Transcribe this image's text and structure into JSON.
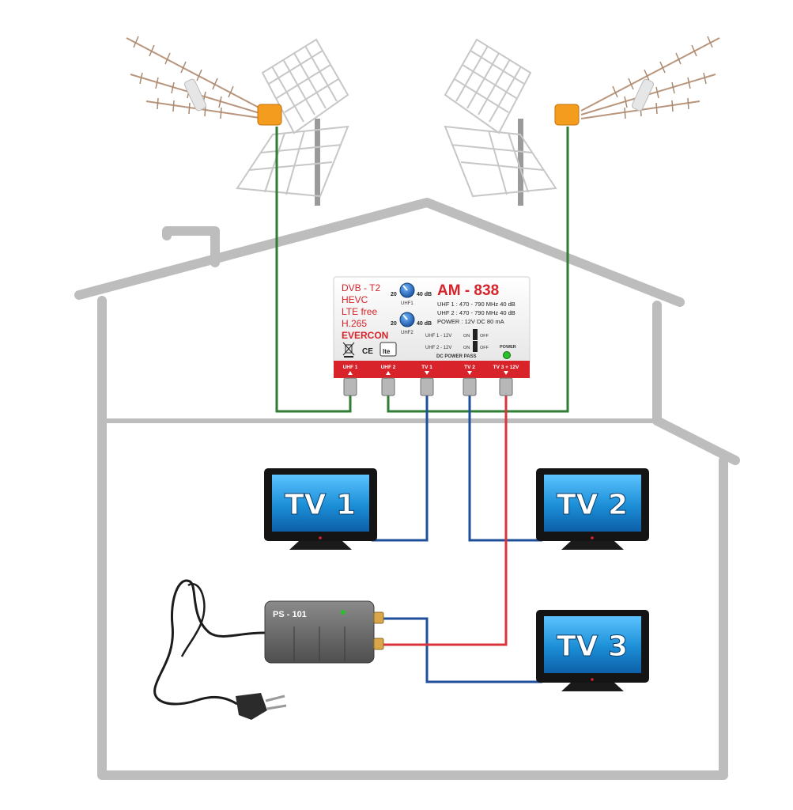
{
  "amplifier": {
    "features": [
      "DVB - T2",
      "HEVC",
      "LTE free",
      "H.265",
      "EVERCON"
    ],
    "model": "AM - 838",
    "knob1": {
      "min": "20",
      "max": "40 dB",
      "name": "UHF1"
    },
    "knob2": {
      "min": "20",
      "max": "40 dB",
      "name": "UHF2"
    },
    "specs": [
      "UHF 1 : 470 - 790 MHz 40 dB",
      "UHF 2 : 470 - 790 MHz 40 dB",
      "POWER : 12V DC 80 mA"
    ],
    "switch1": {
      "label": "UHF 1 - 12V",
      "on": "ON",
      "off": "OFF"
    },
    "switch2": {
      "label": "UHF 2 - 12V",
      "on": "ON",
      "off": "OFF"
    },
    "power_label": "POWER",
    "ce_mark": "CE",
    "lte_logo": "lte",
    "dc_pass": "DC POWER PASS",
    "ports": [
      "UHF 1",
      "UHF 2",
      "TV 1",
      "TV 2",
      "TV 3 + 12V"
    ]
  },
  "tvs": {
    "tv1": "TV 1",
    "tv2": "TV 2",
    "tv3": "TV 3"
  },
  "power_supply": {
    "label": "PS - 101"
  },
  "colors": {
    "house": "#bdbdbd",
    "antenna_cable": "#2e7d32",
    "tv_cable": "#1f4f9a",
    "power_cable": "#d9343a",
    "amp_red": "#d8232a",
    "screen": "#1b8ed6"
  }
}
